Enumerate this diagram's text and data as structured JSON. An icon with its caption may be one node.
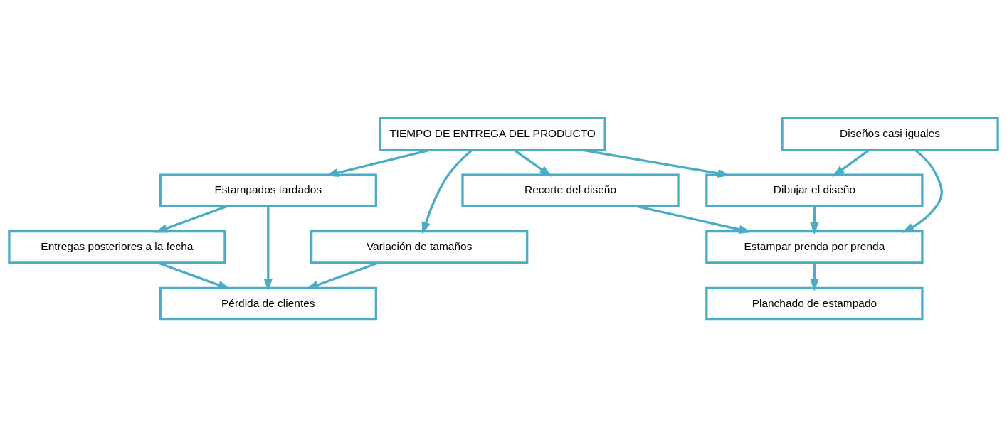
{
  "diagram": {
    "nodes": [
      {
        "text": [
          "Entregas posteriores a la fecha"
        ]
      },
      {
        "text": [
          "Pérdida de clientes"
        ]
      },
      {
        "text": [
          "Estampados tardados"
        ]
      },
      {
        "text": [
          "Variación de tamaños"
        ]
      },
      {
        "text": [
          "TIEMPO DE ENTREGA DEL PRODUCTO"
        ]
      },
      {
        "text": [
          "Dibujar el diseño"
        ]
      },
      {
        "text": [
          "Recorte del diseño"
        ]
      },
      {
        "text": [
          "Estampar prenda por prenda"
        ]
      },
      {
        "text": [
          "Diseños casi iguales"
        ]
      },
      {
        "text": [
          "Planchado de estampado"
        ]
      }
    ],
    "edges": [
      {
        "from": 0,
        "to": 1,
        "arrow": "to"
      },
      {
        "from": 2,
        "to": 1,
        "arrow": "to"
      },
      {
        "from": 2,
        "to": 0,
        "arrow": "to"
      },
      {
        "from": 3,
        "to": 1,
        "arrow": "to"
      },
      {
        "from": 4,
        "to": 2,
        "arrow": "to"
      },
      {
        "from": 4,
        "to": 3,
        "arrow": "to"
      },
      {
        "from": 4,
        "to": 5,
        "arrow": "to"
      },
      {
        "from": 4,
        "to": 6,
        "arrow": "to"
      },
      {
        "from": 5,
        "to": 7,
        "arrow": "to"
      },
      {
        "from": 8,
        "to": 5,
        "arrow": "to"
      },
      {
        "from": 8,
        "to": 7,
        "arrow": "to"
      },
      {
        "from": 6,
        "to": 7,
        "arrow": "to"
      },
      {
        "from": 7,
        "to": 9,
        "arrow": "to"
      }
    ]
  }
}
